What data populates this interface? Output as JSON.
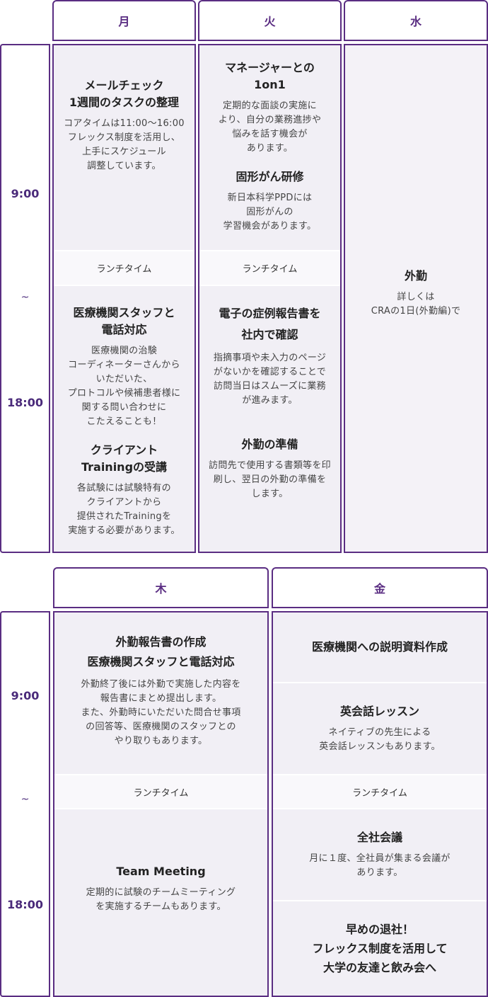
{
  "week1": {
    "days": [
      "月",
      "火",
      "水"
    ],
    "times": {
      "start": "9:00",
      "tilde": "~",
      "end": "18:00"
    },
    "mon": {
      "block1": {
        "title": "メールチェック\n1週間のタスクの整理",
        "desc": "コアタイムは11:00〜16:00\nフレックス制度を活用し、\n上手にスケジュール\n調整しています。"
      },
      "lunch": "ランチタイム",
      "block2": {
        "title": "医療機関スタッフと\n電話対応",
        "desc": "医療機関の治験\nコーディネーターさんから\nいただいた、\nプロトコルや候補患者様に\n関する問い合わせに\nこたえることも！"
      },
      "block3": {
        "title": "クライアント\nTrainingの受講",
        "desc": "各試験には試験特有の\nクライアントから\n提供されたTrainingを\n実施する必要があります。"
      }
    },
    "tue": {
      "block1": {
        "title": "マネージャーとの\n1on1",
        "desc": "定期的な面談の実施に\nより、自分の業務進捗や\n悩みを話す機会が\nあります。"
      },
      "block2": {
        "title": "固形がん研修",
        "desc": "新日本科学PPDには\n固形がんの\n学習機会があります。"
      },
      "lunch": "ランチタイム",
      "block3": {
        "title": "電子の症例報告書を\n社内で確認",
        "desc": "指摘事項や未入力のページ\nがないかを確認することで\n訪問当日はスムーズに業務\nが進みます。"
      },
      "block4": {
        "title": "外勤の準備",
        "desc": "訪問先で使用する書類等を印\n刷し、翌日の外勤の準備を\nします。"
      }
    },
    "wed": {
      "block1": {
        "title": "外勤",
        "desc": "詳しくは\nCRAの1日(外勤編)で"
      }
    }
  },
  "week2": {
    "days": [
      "木",
      "金"
    ],
    "times": {
      "start": "9:00",
      "tilde": "~",
      "end": "18:00"
    },
    "thu": {
      "block1": {
        "title": "外勤報告書の作成\n医療機関スタッフと電話対応",
        "desc": "外勤終了後には外勤で実施した内容を\n報告書にまとめ提出します。\nまた、外勤時にいただいた問合せ事項\nの回答等、医療機関のスタッフとの\nやり取りもあります。"
      },
      "lunch": "ランチタイム",
      "block2": {
        "title": "Team Meeting",
        "desc": "定期的に試験のチームミーティング\nを実施するチームもあります。"
      }
    },
    "fri": {
      "block1": {
        "title": "医療機関への説明資料作成"
      },
      "block2": {
        "title": "英会話レッスン",
        "desc": "ネイティブの先生による\n英会話レッスンもあります。"
      },
      "lunch": "ランチタイム",
      "block3": {
        "title": "全社会議",
        "desc": "月に１度、全社員が集まる会議が\nあります。"
      },
      "block4": {
        "title": "早めの退社！\nフレックス制度を活用して\n大学の友達と飲み会へ"
      }
    }
  }
}
